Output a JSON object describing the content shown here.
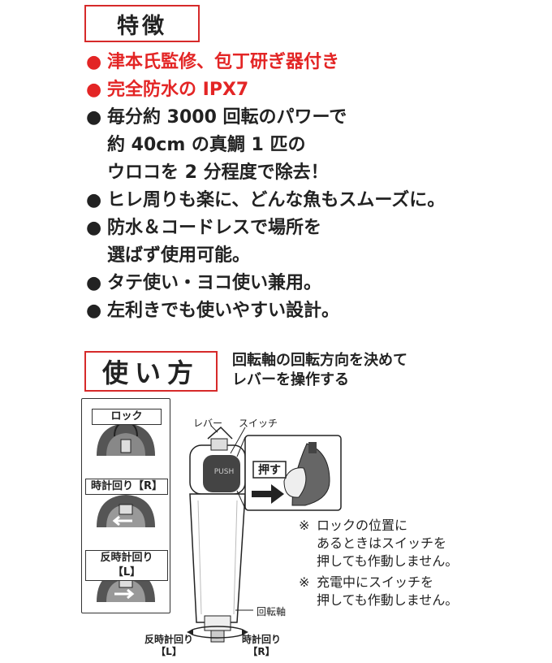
{
  "features": {
    "title": "特徴",
    "items": [
      {
        "lines": [
          "津本氏監修、包丁研ぎ器付き"
        ],
        "highlight": true
      },
      {
        "lines": [
          "完全防水の IPX7"
        ],
        "highlight": true
      },
      {
        "lines": [
          "毎分約 3000 回転のパワーで",
          "約 40cm の真鯛 1 匹の",
          "ウロコを 2 分程度で除去！"
        ],
        "highlight": false
      },
      {
        "lines": [
          "ヒレ周りも楽に、どんな魚もスムーズに。"
        ],
        "highlight": false
      },
      {
        "lines": [
          "防水＆コードレスで場所を",
          "選ばず使用可能。"
        ],
        "highlight": false
      },
      {
        "lines": [
          "タテ使い・ヨコ使い兼用。"
        ],
        "highlight": false
      },
      {
        "lines": [
          "左利きでも使いやすい設計。"
        ],
        "highlight": false
      }
    ],
    "bullet": "●"
  },
  "usage": {
    "title": "使い方",
    "note_lines": [
      "回転軸の回転方向を決めて",
      "レバーを操作する"
    ],
    "diagram": {
      "states": [
        {
          "label": "ロック"
        },
        {
          "label": "時計回り【R】"
        },
        {
          "label": "反時計回り【L】"
        }
      ],
      "lever_label": "レバー",
      "switch_label": "スイッチ",
      "push_text": "PUSH",
      "press_label": "押す",
      "shaft_label": "回転軸",
      "ccw_label": "反時計回り",
      "ccw_code": "【L】",
      "cw_label": "時計回り",
      "cw_code": "【R】"
    },
    "notes": [
      {
        "mark": "※",
        "lines": [
          "ロックの位置に",
          "あるときはスイッチを",
          "押しても作動しません。"
        ]
      },
      {
        "mark": "※",
        "lines": [
          "充電中にスイッチを",
          "押しても作動しません。"
        ]
      }
    ]
  },
  "colors": {
    "accent": "#e32525",
    "border": "#d62a2a",
    "text": "#222222"
  }
}
